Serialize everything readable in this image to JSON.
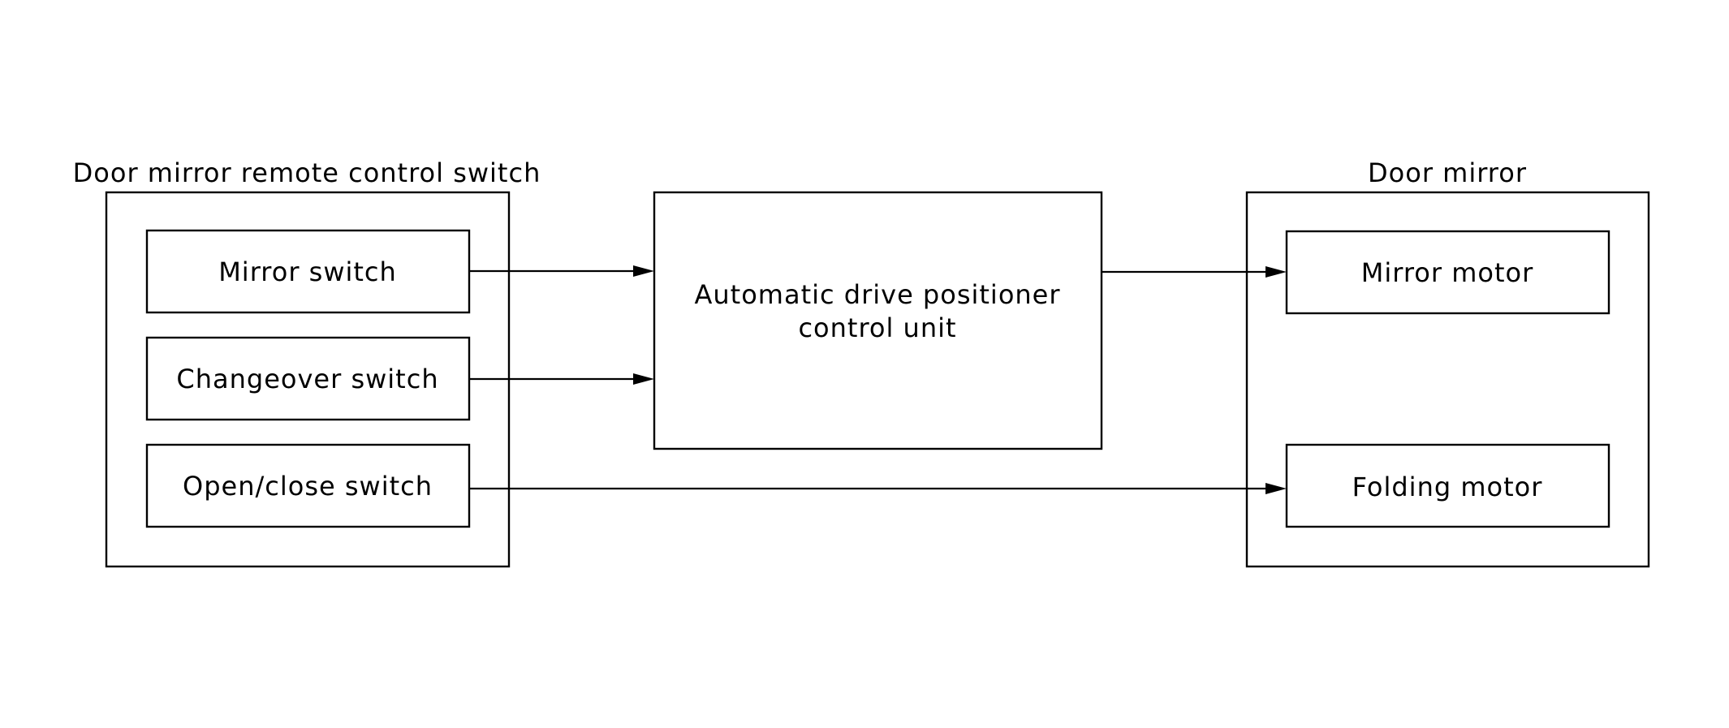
{
  "groups": {
    "remote_switch": {
      "title": "Door mirror remote control switch",
      "items": {
        "mirror_switch": "Mirror switch",
        "changeover_switch": "Changeover switch",
        "open_close_switch": "Open/close switch"
      }
    },
    "control_unit": {
      "line1": "Automatic drive positioner",
      "line2": "control unit"
    },
    "door_mirror": {
      "title": "Door mirror",
      "items": {
        "mirror_motor": "Mirror motor",
        "folding_motor": "Folding motor"
      }
    }
  },
  "connections": [
    {
      "from": "Mirror switch",
      "to": "Automatic drive positioner control unit"
    },
    {
      "from": "Changeover switch",
      "to": "Automatic drive positioner control unit"
    },
    {
      "from": "Automatic drive positioner control unit",
      "to": "Mirror motor"
    },
    {
      "from": "Open/close switch",
      "to": "Folding motor"
    }
  ]
}
